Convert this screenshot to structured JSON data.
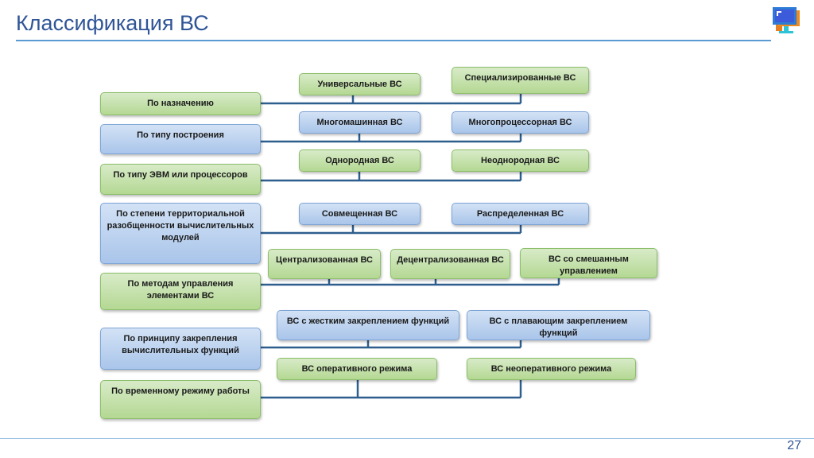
{
  "title": "Классификация ВС",
  "page_number": "27",
  "colors": {
    "title": "#2f5597",
    "connector": "#2e5e8e",
    "green_box": "#c4e1ab",
    "blue_box": "#b9d1ef"
  },
  "logo": {
    "icon": "monitor-icon"
  },
  "criteria": [
    "По назначению",
    "По типу построения",
    "По типу ЭВМ или процессоров",
    "По степени территориальной разобщенности вычислительных модулей",
    "По методам управления элементами ВС",
    "По принципу закрепления вычислительных функций",
    "По временному режиму работы"
  ],
  "values": {
    "purpose": [
      "Универсальные ВС",
      "Специализированные ВС"
    ],
    "build": [
      "Многомашинная ВС",
      "Многопроцессорная  ВС"
    ],
    "cpu": [
      "Однородная ВС",
      "Неоднородная ВС"
    ],
    "territory": [
      "Совмещенная  ВС",
      "Распределенная ВС"
    ],
    "control": [
      "Централизованная ВС",
      "Децентрализованная ВС",
      "ВС со смешанным управлением"
    ],
    "functions": [
      "ВС с жестким  закреплением функций",
      "ВС с плавающим закреплением функций"
    ],
    "time_mode": [
      "ВС оперативного режима",
      "ВС неоперативного режима"
    ]
  }
}
